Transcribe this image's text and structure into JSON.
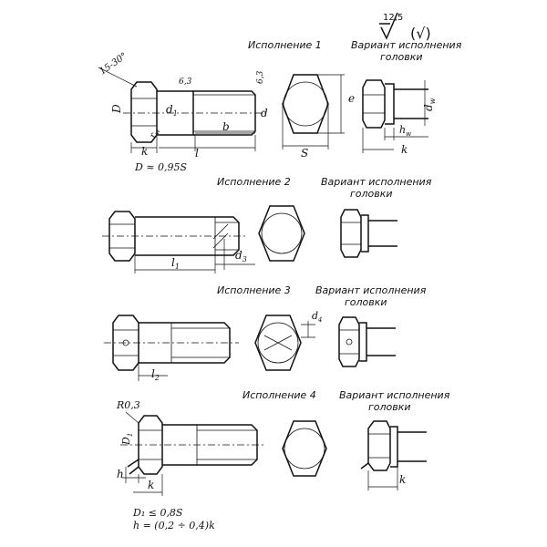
{
  "variants": {
    "v1": "Исполнение 1",
    "v2": "Исполнение 2",
    "v3": "Исполнение 3",
    "v4": "Исполнение 4"
  },
  "head_variant": {
    "line1": "Вариант исполнения",
    "line2": "головки"
  },
  "roughness": {
    "value": "12,5",
    "bracket": "(√)"
  },
  "labels": {
    "angle": "15-30°",
    "D": "D",
    "d1": "d",
    "d1_sub": "1",
    "d": "d",
    "b": "b",
    "l": "l",
    "k": "k",
    "e": "e",
    "s": "S",
    "dw": "d",
    "dw_sub": "w",
    "hw": "h",
    "hw_sub": "w",
    "k_hv": "k",
    "r": "r",
    "r_sub": "w",
    "v1_sixthree_a": "6,3",
    "v1_sixthree_b": "6,3",
    "l1": "l",
    "l1_sub": "1",
    "d3": "d",
    "d3_sub": "3",
    "d4": "d",
    "d4_sub": "4",
    "l2": "l",
    "l2_sub": "2",
    "R": "R0,3",
    "D1": "D",
    "D1_sub": "1",
    "h": "h",
    "k4": "k",
    "k4_hv": "k"
  },
  "formulas": {
    "D_approx": "D ≈ 0,95S",
    "D1_le": "D₁ ≤ 0,8S",
    "h_range": "h = (0,2 ÷ 0,4)k"
  }
}
